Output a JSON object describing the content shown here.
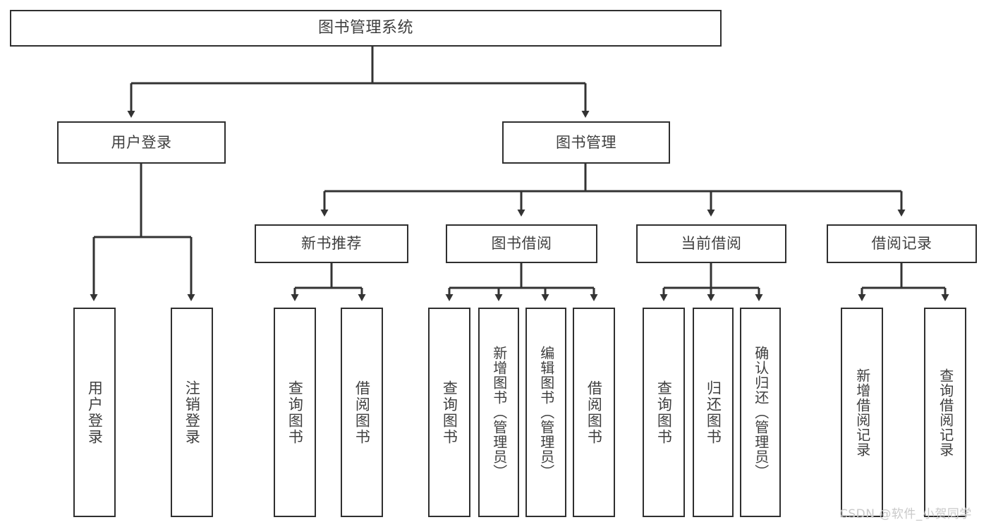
{
  "diagram": {
    "type": "tree-hierarchy",
    "title": "图书管理系统",
    "watermark": "CSDN @软件_小贺同学",
    "colors": {
      "box_border": "#2f2f2f",
      "box_fill": "#ffffff",
      "text": "#3f3f3f",
      "edge": "#333333",
      "watermark": "#c9c9c9",
      "background": "#ffffff"
    },
    "levels": {
      "root": "图书管理系统",
      "level2": [
        "用户登录",
        "图书管理"
      ],
      "level3": [
        "新书推荐",
        "图书借阅",
        "当前借阅",
        "借阅记录"
      ]
    },
    "nodes": {
      "root": {
        "label": "图书管理系统"
      },
      "user_login": {
        "label": "用户登录"
      },
      "book_manage": {
        "label": "图书管理"
      },
      "new_book_rec": {
        "label": "新书推荐"
      },
      "book_borrow": {
        "label": "图书借阅"
      },
      "current_borrow": {
        "label": "当前借阅"
      },
      "borrow_record": {
        "label": "借阅记录"
      },
      "leaf_user_login": {
        "label": "用户登录"
      },
      "leaf_logout": {
        "label": "注销登录"
      },
      "leaf_query_book_1": {
        "label": "查询图书"
      },
      "leaf_borrow_book_1": {
        "label": "借阅图书"
      },
      "leaf_query_book_2": {
        "label": "查询图书"
      },
      "leaf_add_book": {
        "label": "新增图书（管理员）"
      },
      "leaf_edit_book": {
        "label": "编辑图书（管理员）"
      },
      "leaf_borrow_book_2": {
        "label": "借阅图书"
      },
      "leaf_query_book_3": {
        "label": "查询图书"
      },
      "leaf_return_book": {
        "label": "归还图书"
      },
      "leaf_confirm_return": {
        "label": "确认归还（管理员）"
      },
      "leaf_add_record": {
        "label": "新增借阅记录"
      },
      "leaf_query_record": {
        "label": "查询借阅记录"
      }
    },
    "edges": [
      {
        "from": "root",
        "to": "user_login"
      },
      {
        "from": "root",
        "to": "book_manage"
      },
      {
        "from": "user_login",
        "to": "leaf_user_login"
      },
      {
        "from": "user_login",
        "to": "leaf_logout"
      },
      {
        "from": "book_manage",
        "to": "new_book_rec"
      },
      {
        "from": "book_manage",
        "to": "book_borrow"
      },
      {
        "from": "book_manage",
        "to": "current_borrow"
      },
      {
        "from": "book_manage",
        "to": "borrow_record"
      },
      {
        "from": "new_book_rec",
        "to": "leaf_query_book_1"
      },
      {
        "from": "new_book_rec",
        "to": "leaf_borrow_book_1"
      },
      {
        "from": "book_borrow",
        "to": "leaf_query_book_2"
      },
      {
        "from": "book_borrow",
        "to": "leaf_add_book"
      },
      {
        "from": "book_borrow",
        "to": "leaf_edit_book"
      },
      {
        "from": "book_borrow",
        "to": "leaf_borrow_book_2"
      },
      {
        "from": "current_borrow",
        "to": "leaf_query_book_3"
      },
      {
        "from": "current_borrow",
        "to": "leaf_return_book"
      },
      {
        "from": "current_borrow",
        "to": "leaf_confirm_return"
      },
      {
        "from": "borrow_record",
        "to": "leaf_add_record"
      },
      {
        "from": "borrow_record",
        "to": "leaf_query_record"
      }
    ]
  }
}
